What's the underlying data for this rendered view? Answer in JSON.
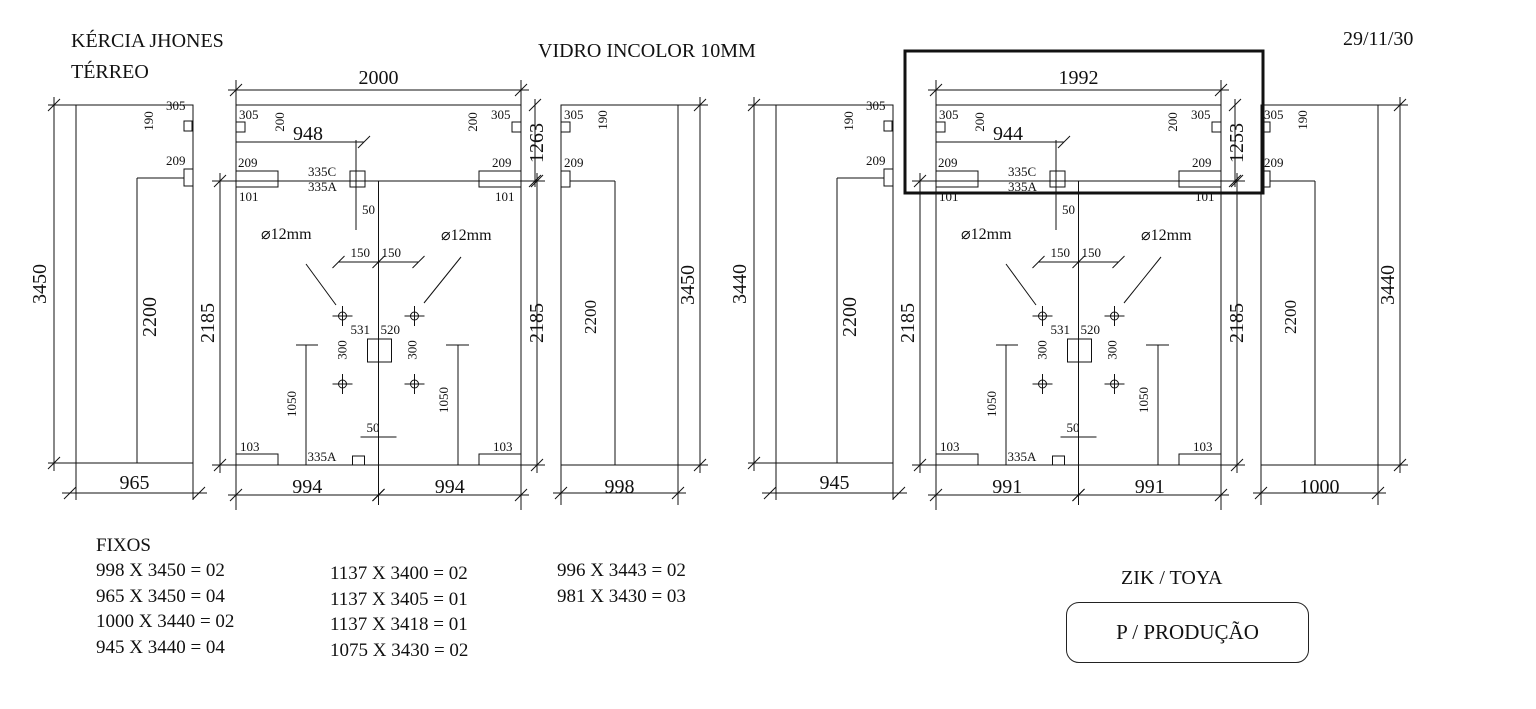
{
  "header": {
    "client": "KÉRCIA JHONES",
    "floor": "TÉRREO",
    "material": "VIDRO INCOLOR 10MM",
    "date": "29/11/30"
  },
  "left_set": {
    "fixed_left": {
      "height": "3450",
      "width": "965",
      "hole_top": "190",
      "hole_top_w": "305",
      "hole_mid": "209",
      "inner_h": "2200"
    },
    "door": {
      "total_width": "2000",
      "half_left": "994",
      "half_right": "994",
      "corner_tl_w": "305",
      "corner_tl_h": "200",
      "corner_tr_w": "305",
      "corner_tr_h": "200",
      "offset": "948",
      "side_h": "1263",
      "hinge_l": "209",
      "hinge_r": "209",
      "slot_l": "101",
      "slot_r": "101",
      "lock_c": "335C",
      "lock_a": "335A",
      "lock_gap": "50",
      "hole_note_l": "⌀12mm",
      "hole_note_r": "⌀12mm",
      "sp_l": "150",
      "sp_r": "150",
      "c_l": "531",
      "c_r": "520",
      "v_l": "300",
      "v_r": "300",
      "h_l": "1050",
      "h_r": "1050",
      "bot_gap": "50",
      "bot_lock": "335A",
      "bot_l": "103",
      "bot_r": "103",
      "h_left": "2185",
      "h_right": "2185"
    },
    "fixed_right": {
      "height": "3450",
      "width": "998",
      "hole_top": "305",
      "hole_top_h": "190",
      "hole_mid": "209",
      "inner_h": "2200"
    }
  },
  "right_set": {
    "fixed_left": {
      "height": "3440",
      "width": "945",
      "hole_top": "190",
      "hole_top_w": "305",
      "hole_mid": "209",
      "inner_h": "2200"
    },
    "door": {
      "total_width": "1992",
      "half_left": "991",
      "half_right": "991",
      "corner_tl_w": "305",
      "corner_tl_h": "200",
      "corner_tr_w": "305",
      "corner_tr_h": "200",
      "offset": "944",
      "side_h": "1253",
      "hinge_l": "209",
      "hinge_r": "209",
      "slot_l": "101",
      "slot_r": "101",
      "lock_c": "335C",
      "lock_a": "335A",
      "lock_gap": "50",
      "hole_note_l": "⌀12mm",
      "hole_note_r": "⌀12mm",
      "sp_l": "150",
      "sp_r": "150",
      "c_l": "531",
      "c_r": "520",
      "v_l": "300",
      "v_r": "300",
      "h_l": "1050",
      "h_r": "1050",
      "bot_gap": "50",
      "bot_lock": "335A",
      "bot_l": "103",
      "bot_r": "103",
      "h_left": "2185",
      "h_right": "2185"
    },
    "fixed_right": {
      "height": "3440",
      "width": "1000",
      "hole_top": "305",
      "hole_top_h": "190",
      "hole_mid": "209",
      "inner_h": "2200"
    }
  },
  "fixos": {
    "title": "FIXOS",
    "col1": [
      "998 X 3450 = 02",
      "965 X 3450 = 04",
      "1000 X 3440 = 02",
      "945 X 3440 = 04"
    ],
    "col2": [
      "1137 X 3400 = 02",
      "1137 X 3405 = 01",
      "1137 X 3418 = 01",
      "1075 X 3430 = 02"
    ],
    "col3": [
      "996 X 3443 = 02",
      "981 X 3430 = 03"
    ]
  },
  "footer": {
    "team": "ZIK / TOYA",
    "stamp": "P / PRODUÇÃO"
  }
}
